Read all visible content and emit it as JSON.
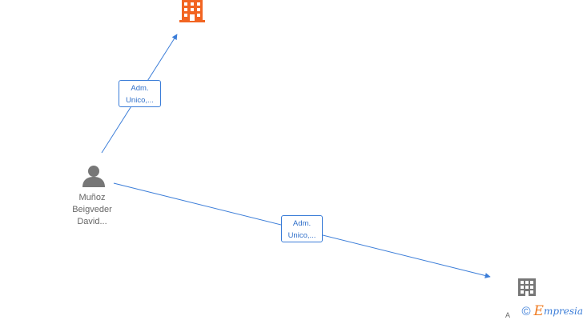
{
  "nodes": {
    "person": {
      "line1": "Muñoz",
      "line2": "Beigveder",
      "line3": "David..."
    },
    "company_main": {
      "icon": "building-icon",
      "color": "#f26522"
    },
    "company_secondary": {
      "icon": "building-icon",
      "color": "#777777",
      "label": "A"
    }
  },
  "edges": [
    {
      "line1": "Adm.",
      "line2": "Unico,..."
    },
    {
      "line1": "Adm.",
      "line2": "Unico,..."
    }
  ],
  "colors": {
    "edge": "#3b7dd8",
    "person_icon": "#777777"
  },
  "watermark": {
    "copyright": "©",
    "brand_initial": "E",
    "brand_rest": "mpresia"
  }
}
